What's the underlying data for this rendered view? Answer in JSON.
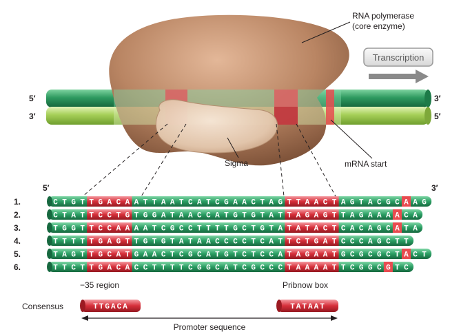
{
  "labels": {
    "rna_polymerase_line1": "RNA polymerase",
    "rna_polymerase_line2": "(core enzyme)",
    "transcription": "Transcription",
    "sigma": "Sigma",
    "mrna_start": "mRNA start",
    "minus35_region": "−35 region",
    "pribnow_box": "Pribnow box",
    "consensus": "Consensus",
    "promoter_sequence": "Promoter sequence",
    "top_strand_left": "5′",
    "top_strand_right": "3′",
    "bottom_strand_left": "3′",
    "bottom_strand_right": "5′",
    "seq_left": "5′",
    "seq_right": "3′"
  },
  "sequences": [
    {
      "number": "1.",
      "seq": "CTGTTGACAATTAATCATCGAACTAGTTAACTAGTACGCAAG",
      "start_index": 39
    },
    {
      "number": "2.",
      "seq": "CTATTCCTGTGGATAACCATGTGTATTAGAGTTAGAAAACA",
      "start_index": 38
    },
    {
      "number": "3.",
      "seq": "TGGTTCCAAAATCGCCTTTTGCTGTATATACTCACAGCATA",
      "start_index": 38
    },
    {
      "number": "4.",
      "seq": "TTTTTGAGTTGTGTATAACCCCTCATTCTGATCCCAGCTT",
      "start_index": -1
    },
    {
      "number": "5.",
      "seq": "TAGTTGCATGAACTCGCATGTCTCCATAGAATGCGCGCTACT",
      "start_index": 39
    },
    {
      "number": "6.",
      "seq": "TTCTTGACACCTTTTCGGCATCGCCCTAAAATTCGGCGTC",
      "start_index": 37
    }
  ],
  "consensus": {
    "minus35": "TTGACA",
    "minus10": "TATAAT"
  },
  "colors": {
    "dna_dark": "#2e9a60",
    "dna_light": "#a6cf58",
    "highlight_red": "#d8323c",
    "start_red": "#e84b50",
    "polymerase": "#b98563",
    "sigma": "#e4c8ae",
    "arrow_gray": "#8a8a8a"
  }
}
